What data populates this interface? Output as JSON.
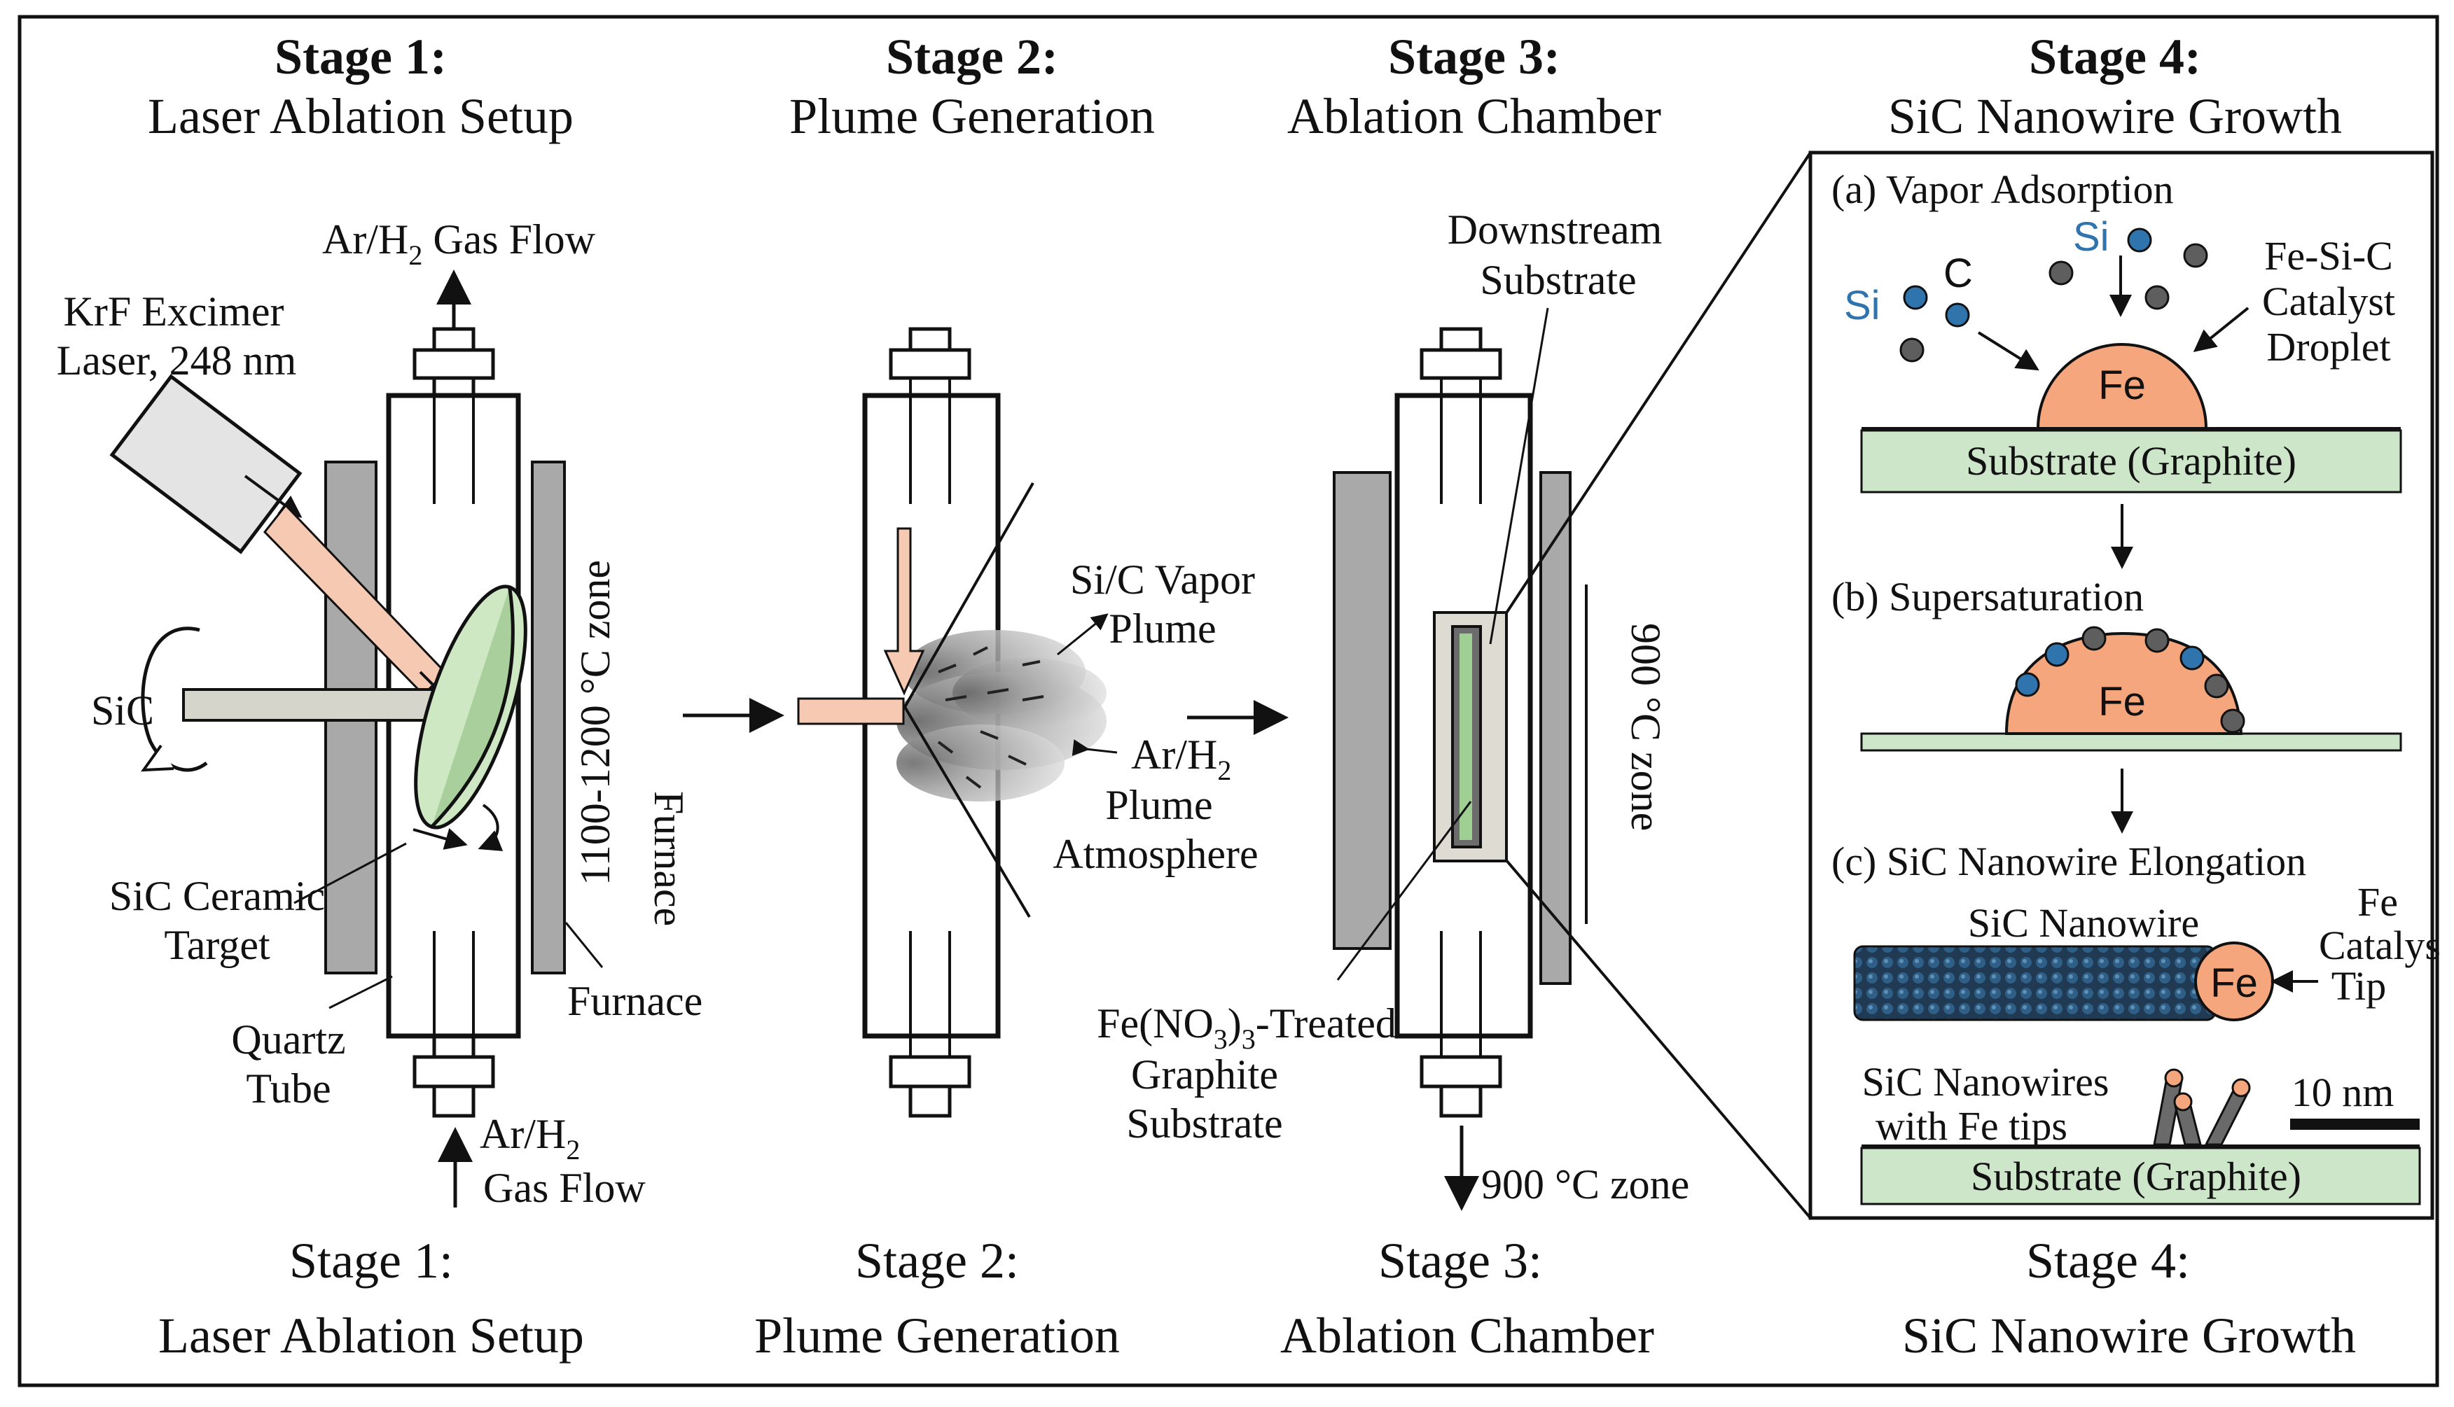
{
  "stages_top": [
    {
      "title": "Stage 1:",
      "subtitle": "Laser Ablation Setup"
    },
    {
      "title": "Stage 2:",
      "subtitle": "Plume Generation"
    },
    {
      "title": "Stage 3:",
      "subtitle": "Ablation Chamber"
    },
    {
      "title": "Stage 4:",
      "subtitle": "SiC Nanowire Growth"
    }
  ],
  "stages_bottom": [
    {
      "title": "Stage 1:",
      "subtitle": "Laser Ablation Setup"
    },
    {
      "title": "Stage 2:",
      "subtitle": "Plume Generation"
    },
    {
      "title": "Stage 3:",
      "subtitle": "Ablation Chamber"
    },
    {
      "title": "Stage 4:",
      "subtitle": "SiC Nanowire Growth"
    }
  ],
  "stage1": {
    "gas_out": "Ar/H",
    "gas_out_sub": "2",
    "gas_out_rest": " Gas Flow",
    "laser_line1": "KrF Excimer",
    "laser_line2": "Laser, 248 nm",
    "rotation_label": "SiC",
    "zone_label": "1100-1200 °C zone",
    "furnace_vertical": "Furnace",
    "target_line1": "SiC Ceramic",
    "target_line2": "Target",
    "furnace_label": "Furnace",
    "tube_line1": "Quartz",
    "tube_line2": "Tube",
    "gas_in": "Ar/H",
    "gas_in_sub": "2",
    "gas_in_rest": "Gas Flow"
  },
  "stage2": {
    "vapor_line1": "Si/C Vapor",
    "vapor_line2": "Plume",
    "atm_line1": "Ar/H",
    "atm_line1_sub": "2",
    "atm_line2": "Plume",
    "atm_line3": "Atmosphere"
  },
  "stage3": {
    "downstream_line1": "Downstream",
    "downstream_line2": "Substrate",
    "zone_label": "900 °C zone",
    "treated_pre": "Fe(NO",
    "treated_sub1": "3",
    "treated_mid": ")",
    "treated_sub2": "3",
    "treated_post": "-Treated",
    "treated_line2": "Graphite",
    "treated_line3": "Substrate",
    "bottom_zone": "900 °C zone"
  },
  "stage4": {
    "a_title": "(a) Vapor Adsorption",
    "si_label1": "Si",
    "c_label": "C",
    "si_label2": "Si",
    "catalyst_line1": "Fe-Si-C",
    "catalyst_line2": "Catalyst",
    "catalyst_line3": "Droplet",
    "fe": "Fe",
    "substrate_a": "Substrate (Graphite)",
    "b_title": "(b) Supersaturation",
    "c_title": "(c) SiC Nanowire Elongation",
    "nanowire_label": "SiC Nanowire",
    "tip_line1": "Fe",
    "tip_line2": "Catalys",
    "tip_line3": "Tip",
    "wires_line1": "SiC Nanowires",
    "wires_line2": "with Fe tips",
    "scale": "10 nm",
    "substrate_c": "Substrate (Graphite)"
  },
  "colors": {
    "laser": "#f6c9b3",
    "target": "#cfe8c4",
    "substrate": "#cde6c9",
    "fe": "#f5a67c",
    "si_dot": "#2f74ad",
    "c_dot": "#5e5e5e",
    "nanowire": "#2b4f6e",
    "wall": "#a9a9a9",
    "box": "#dedbd3"
  }
}
